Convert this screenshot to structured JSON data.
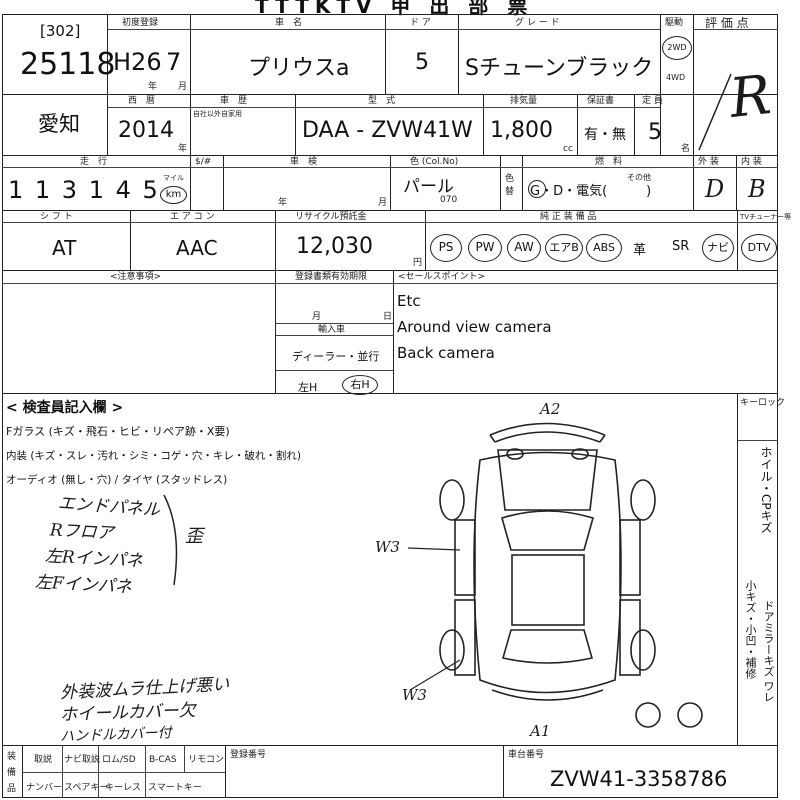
{
  "header": {
    "title": "TTTKTV 甲 出 部 票"
  },
  "row1": {
    "code_label": "",
    "code_small": "[302]",
    "code_big": "25118",
    "first_reg_label": "初度登録",
    "first_reg": "H26",
    "first_reg_month": "7",
    "year_label": "年",
    "month_label": "月",
    "car_name_label": "車　名",
    "car_name": "プリウスa",
    "door_label": "ド ア",
    "doors": "5",
    "grade_label": "グ レ ー ド",
    "grade": "Sチューンブラック",
    "drive_label": "駆動",
    "drive_2wd": "2WD",
    "drive_4wd": "4WD",
    "score_label": "評 価 点",
    "score": "R"
  },
  "row2": {
    "area": "愛知",
    "year_ad_label": "西　暦",
    "year_ad": "2014",
    "year_unit": "年",
    "shaken_label": "車　歴",
    "shaken_sub": "自社以外自家用",
    "model_label": "型　式",
    "model": "DAA - ZVW41W",
    "displacement_label": "排気量",
    "displacement": "1,800",
    "cc": "cc",
    "warranty_label": "保証書",
    "warranty": "有・無",
    "capacity_label": "定 員",
    "capacity": "5",
    "capacity_unit": "名"
  },
  "row3": {
    "mileage_label": "走　行",
    "mileage": "1 1 3  1 4 5",
    "mile_unit": "マイル",
    "km_unit": "km",
    "sharp_label": "$/#",
    "inspection_label": "車　検",
    "year_unit": "年",
    "month_unit": "月",
    "color_label": "色 (Col.No)",
    "color": "パール",
    "color_no": "070",
    "color_change_label": "色替",
    "fuel_label": "燃　料",
    "fuel": "G・D・電気(　　　)",
    "fuel_other": "その他",
    "exterior_label": "外 装",
    "exterior": "D",
    "interior_label": "内 装",
    "interior": "B"
  },
  "row4": {
    "shift_label": "シ フ ト",
    "shift": "AT",
    "ac_label": "エ ア コ ン",
    "ac": "AAC",
    "recycle_label": "リサイクル預託金",
    "recycle": "12,030",
    "yen": "円",
    "equipment_label": "純 正 装 備 品",
    "tuner_label": "TVチューナー等",
    "equipment": [
      "PS",
      "PW",
      "AW",
      "エアB",
      "ABS",
      "革",
      "SR",
      "ナビ",
      "DTV"
    ]
  },
  "notes": {
    "caution_label": "<注意事項>",
    "reg_expiry_label": "登録書類有効期限",
    "month": "月",
    "day": "日",
    "import_label": "輸入車",
    "dealer": "ディーラー・並行",
    "left_h": "左H",
    "right_h": "右H",
    "sales_label": "<セールスポイント>",
    "sales_points": [
      "Etc",
      "Around view camera",
      "Back camera"
    ]
  },
  "inspector": {
    "title": "< 検査員記入欄 >",
    "line1": "Fガラス (キズ・飛石・ヒビ・リペア跡・X要)",
    "line2": "内装 (キズ・スレ・汚れ・シミ・コゲ・穴・キレ・破れ・割れ)",
    "line3": "オーディオ (無し・穴) / タイヤ (スタッドレス)",
    "handwritten": [
      "エンドパネル",
      "Rフロア",
      "左Rインパネ",
      "左Fインパネ",
      "外装波ムラ仕上げ悪い",
      "ホイールカバー欠",
      "ハンドルカバー付"
    ],
    "bracket_note": "歪"
  },
  "diagram": {
    "key_label": "キーロック",
    "marks": [
      "A2",
      "W3",
      "W3",
      "A1"
    ],
    "side_text": "ホイル・CPキズ",
    "side_text2": "ドアミラーキズ ワレ",
    "side_text3": "小キズ・小凹・補修"
  },
  "footer": {
    "labels_col": [
      "装",
      "備",
      "品"
    ],
    "row1": [
      "取説",
      "ナビ取説",
      "ロム/SD",
      "B-CAS",
      "リモコン"
    ],
    "row2": [
      "ナンバー",
      "スペアキー",
      "キーレス",
      "スマートキー"
    ],
    "reg_number_label": "登録番号",
    "chassis_label": "車台番号",
    "chassis": "ZVW41-3358786"
  }
}
